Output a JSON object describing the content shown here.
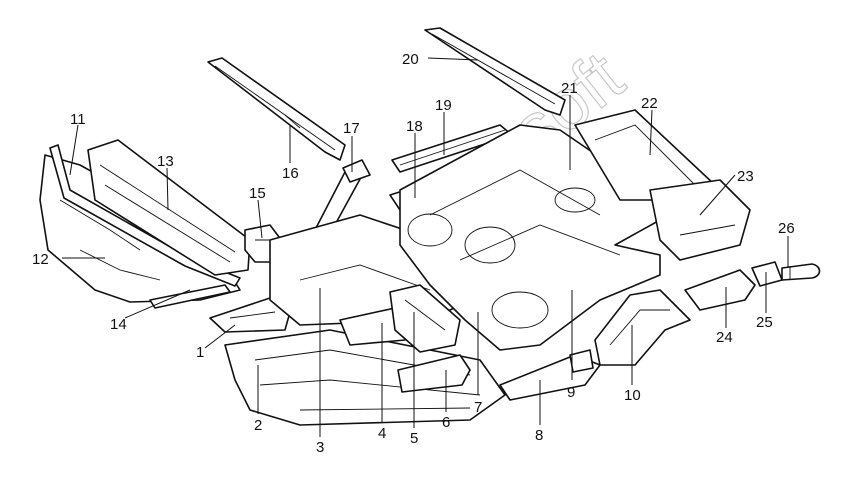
{
  "watermark": "Autosoft",
  "callouts": [
    {
      "id": "c1",
      "label": "1"
    },
    {
      "id": "c2",
      "label": "2"
    },
    {
      "id": "c3",
      "label": "3"
    },
    {
      "id": "c4",
      "label": "4"
    },
    {
      "id": "c5",
      "label": "5"
    },
    {
      "id": "c6",
      "label": "6"
    },
    {
      "id": "c7",
      "label": "7"
    },
    {
      "id": "c8",
      "label": "8"
    },
    {
      "id": "c9",
      "label": "9"
    },
    {
      "id": "c10",
      "label": "10"
    },
    {
      "id": "c11",
      "label": "11"
    },
    {
      "id": "c12",
      "label": "12"
    },
    {
      "id": "c13",
      "label": "13"
    },
    {
      "id": "c14",
      "label": "14"
    },
    {
      "id": "c15",
      "label": "15"
    },
    {
      "id": "c16",
      "label": "16"
    },
    {
      "id": "c17",
      "label": "17"
    },
    {
      "id": "c18",
      "label": "18"
    },
    {
      "id": "c19",
      "label": "19"
    },
    {
      "id": "c20",
      "label": "20"
    },
    {
      "id": "c21",
      "label": "21"
    },
    {
      "id": "c22",
      "label": "22"
    },
    {
      "id": "c23",
      "label": "23"
    },
    {
      "id": "c24",
      "label": "24"
    },
    {
      "id": "c25",
      "label": "25"
    },
    {
      "id": "c26",
      "label": "26"
    }
  ]
}
